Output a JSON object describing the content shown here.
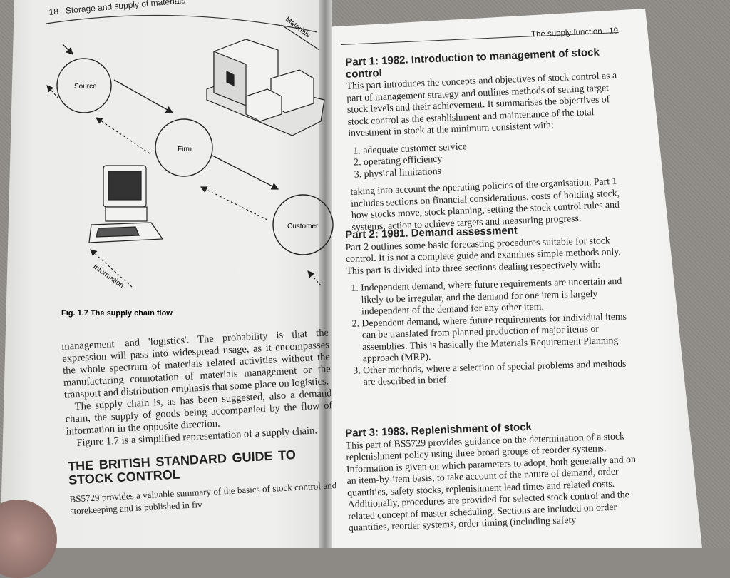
{
  "left_page": {
    "header": {
      "page_number": "18",
      "running_title": "Storage and supply of materials"
    },
    "figure": {
      "nodes": [
        "Source",
        "Firm",
        "Customer"
      ],
      "flow_labels": {
        "materials": "Materials",
        "information": "Information"
      },
      "caption": "Fig. 1.7  The supply chain flow"
    },
    "paragraphs": [
      "management' and 'logistics'. The probability is that the expression will pass into widespread usage, as it encompasses the whole spectrum of materials related activities without the manufacturing connotation of materials management or the transport and distribution emphasis that some place on logistics.",
      "The supply chain is, as has been suggested, also a demand chain, the supply of goods being accompanied by the flow of information in the opposite direction.",
      "Figure 1.7 is a simplified representation of a supply chain."
    ],
    "section_heading": "THE BRITISH STANDARD GUIDE TO STOCK CONTROL",
    "section_text": "BS5729 provides a valuable summary of the basics of stock control and storekeeping and is published in fiv"
  },
  "right_page": {
    "header": {
      "running_title": "The supply function",
      "page_number": "19"
    },
    "part1": {
      "heading": "Part 1: 1982. Introduction to management of stock control",
      "intro": "This part introduces the concepts and objectives of stock control as a part of management strategy and outlines methods of setting target stock levels and their achievement. It summarises the objectives of stock control as the establishment and maintenance of the total investment in stock at the minimum consistent with:",
      "list": [
        "adequate customer service",
        "operating efficiency",
        "physical limitations"
      ],
      "outro": "taking into account the operating policies of the organisation. Part 1 includes sections on financial considerations, costs of holding stock, how stocks move, stock planning, setting the stock control rules and systems, action to achieve targets and measuring progress."
    },
    "part2": {
      "heading": "Part 2: 1981. Demand assessment",
      "intro": "Part 2 outlines some basic forecasting procedures suitable for stock control. It is not a complete guide and examines simple methods only. This part is divided into three sections dealing respectively with:",
      "list": [
        "Independent demand, where future requirements are uncertain and likely to be irregular, and the demand for one item is largely independent of the demand for any other item.",
        "Dependent demand, where future requirements for individual items can be translated from planned production of major items or assemblies. This is basically the Materials Requirement Planning approach (MRP).",
        "Other methods, where a selection of special problems and methods are described in brief."
      ]
    },
    "part3": {
      "heading": "Part 3: 1983. Replenishment of stock",
      "text": "This part of BS5729 provides guidance on the determination of a stock replenishment policy using three broad groups of reorder systems. Information is given on which parameters to adopt, both generally and on an item-by-item basis, to take account of the nature of demand, order quantities, safety stocks, replenishment lead times and related costs. Additionally, procedures are provided for selected stock control and the related concept of master scheduling. Sections are included on order quantities, reorder systems, order timing (including safety"
    }
  }
}
